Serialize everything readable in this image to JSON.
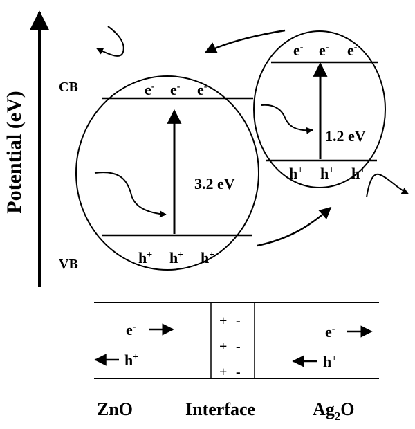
{
  "axis": {
    "label": "Potential (eV)"
  },
  "band_labels": {
    "cb": "CB",
    "vb": "VB"
  },
  "zno": {
    "electron_symbol": "e",
    "electron_charge": "-",
    "hole_symbol": "h",
    "hole_charge": "+",
    "band_gap": "3.2 eV"
  },
  "ag2o": {
    "electron_symbol": "e",
    "electron_charge": "-",
    "hole_symbol": "h",
    "hole_charge": "+",
    "band_gap": "1.2 eV"
  },
  "junction": {
    "zno_electron_symbol": "e",
    "zno_electron_charge": "-",
    "zno_hole_symbol": "h",
    "zno_hole_charge": "+",
    "ag2o_electron_symbol": "e",
    "ag2o_electron_charge": "-",
    "ag2o_hole_symbol": "h",
    "ag2o_hole_charge": "+",
    "interface_plus": "+",
    "interface_minus": "-"
  },
  "bottom_labels": {
    "zno": "ZnO",
    "interface": "Interface",
    "ag2o_main": "Ag",
    "ag2o_sub": "2",
    "ag2o_end": "O"
  },
  "colors": {
    "ink": "#000000",
    "background": "#ffffff"
  }
}
